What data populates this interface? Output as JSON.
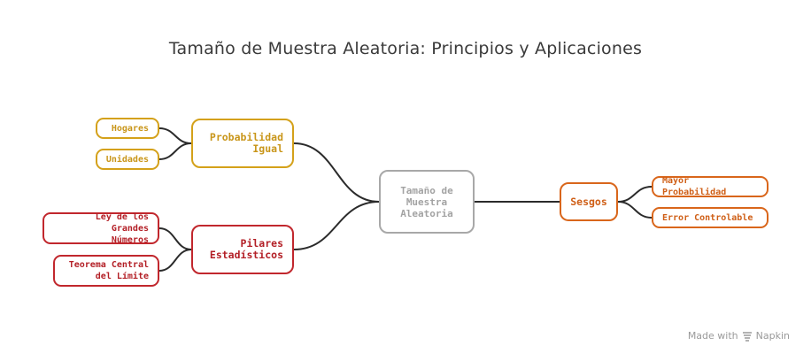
{
  "title": "Tamaño de Muestra Aleatoria: Principios y Aplicaciones",
  "colors": {
    "center": "#a8a8a8",
    "probabilidad": "#d4a11a",
    "pilares": "#c1272d",
    "sesgos": "#d9661b",
    "connector": "#2b2b2b"
  },
  "center": {
    "label": "Tamaño de\nMuestra\nAleatoria"
  },
  "branches": {
    "probabilidad": {
      "label": "Probabilidad\nIgual",
      "children": [
        "Hogares",
        "Unidades"
      ]
    },
    "pilares": {
      "label": "Pilares\nEstadísticos",
      "children": [
        "Ley de los Grandes\nNúmeros",
        "Teorema Central\ndel Límite"
      ]
    },
    "sesgos": {
      "label": "Sesgos",
      "children": [
        "Mayor Probabilidad",
        "Error Controlable"
      ]
    }
  },
  "footer": {
    "made_with": "Made with",
    "brand": "Napkin",
    "brand_icon": "napkin-logo-icon"
  }
}
